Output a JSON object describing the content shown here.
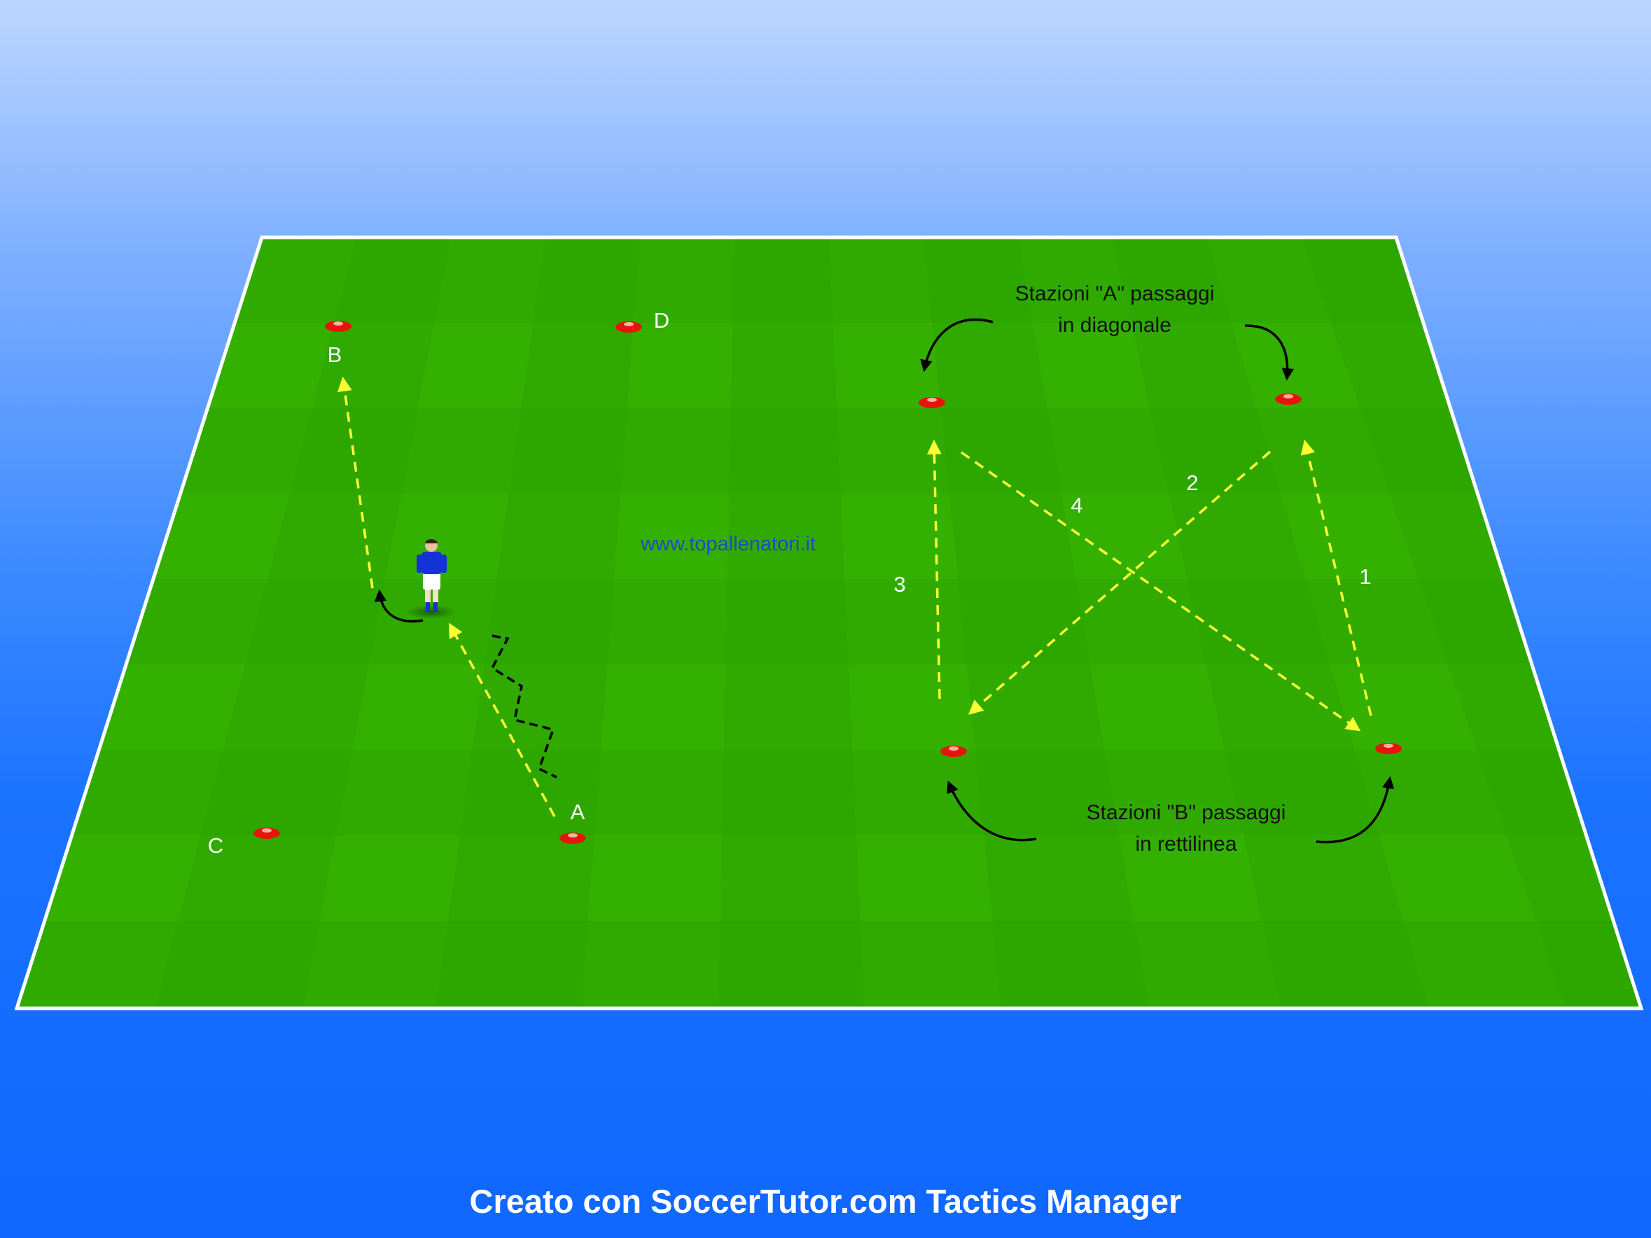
{
  "labels": {
    "station_b": "B",
    "station_d": "D",
    "station_c": "C",
    "station_a": "A",
    "pass_1": "1",
    "pass_2": "2",
    "pass_3": "3",
    "pass_4": "4",
    "watermark": "www.topallenatori.it",
    "note_a_line1": "Stazioni  \"A\" passaggi",
    "note_a_line2": "in diagonale",
    "note_b_line1": "Stazioni \"B\" passaggi",
    "note_b_line2": "in rettilinea"
  },
  "footer": {
    "credit": "Creato con SoccerTutor.com Tactics Manager"
  },
  "colors": {
    "pitch_light": "#35b800",
    "pitch_dark": "#2da000",
    "cone": "#e8140c",
    "pass_arrow": "#ffff33",
    "movement_arrow": "#000000",
    "player_shirt": "#1532d6"
  },
  "icons": {
    "cone": "cone-marker-icon",
    "player": "player-figure-icon"
  }
}
